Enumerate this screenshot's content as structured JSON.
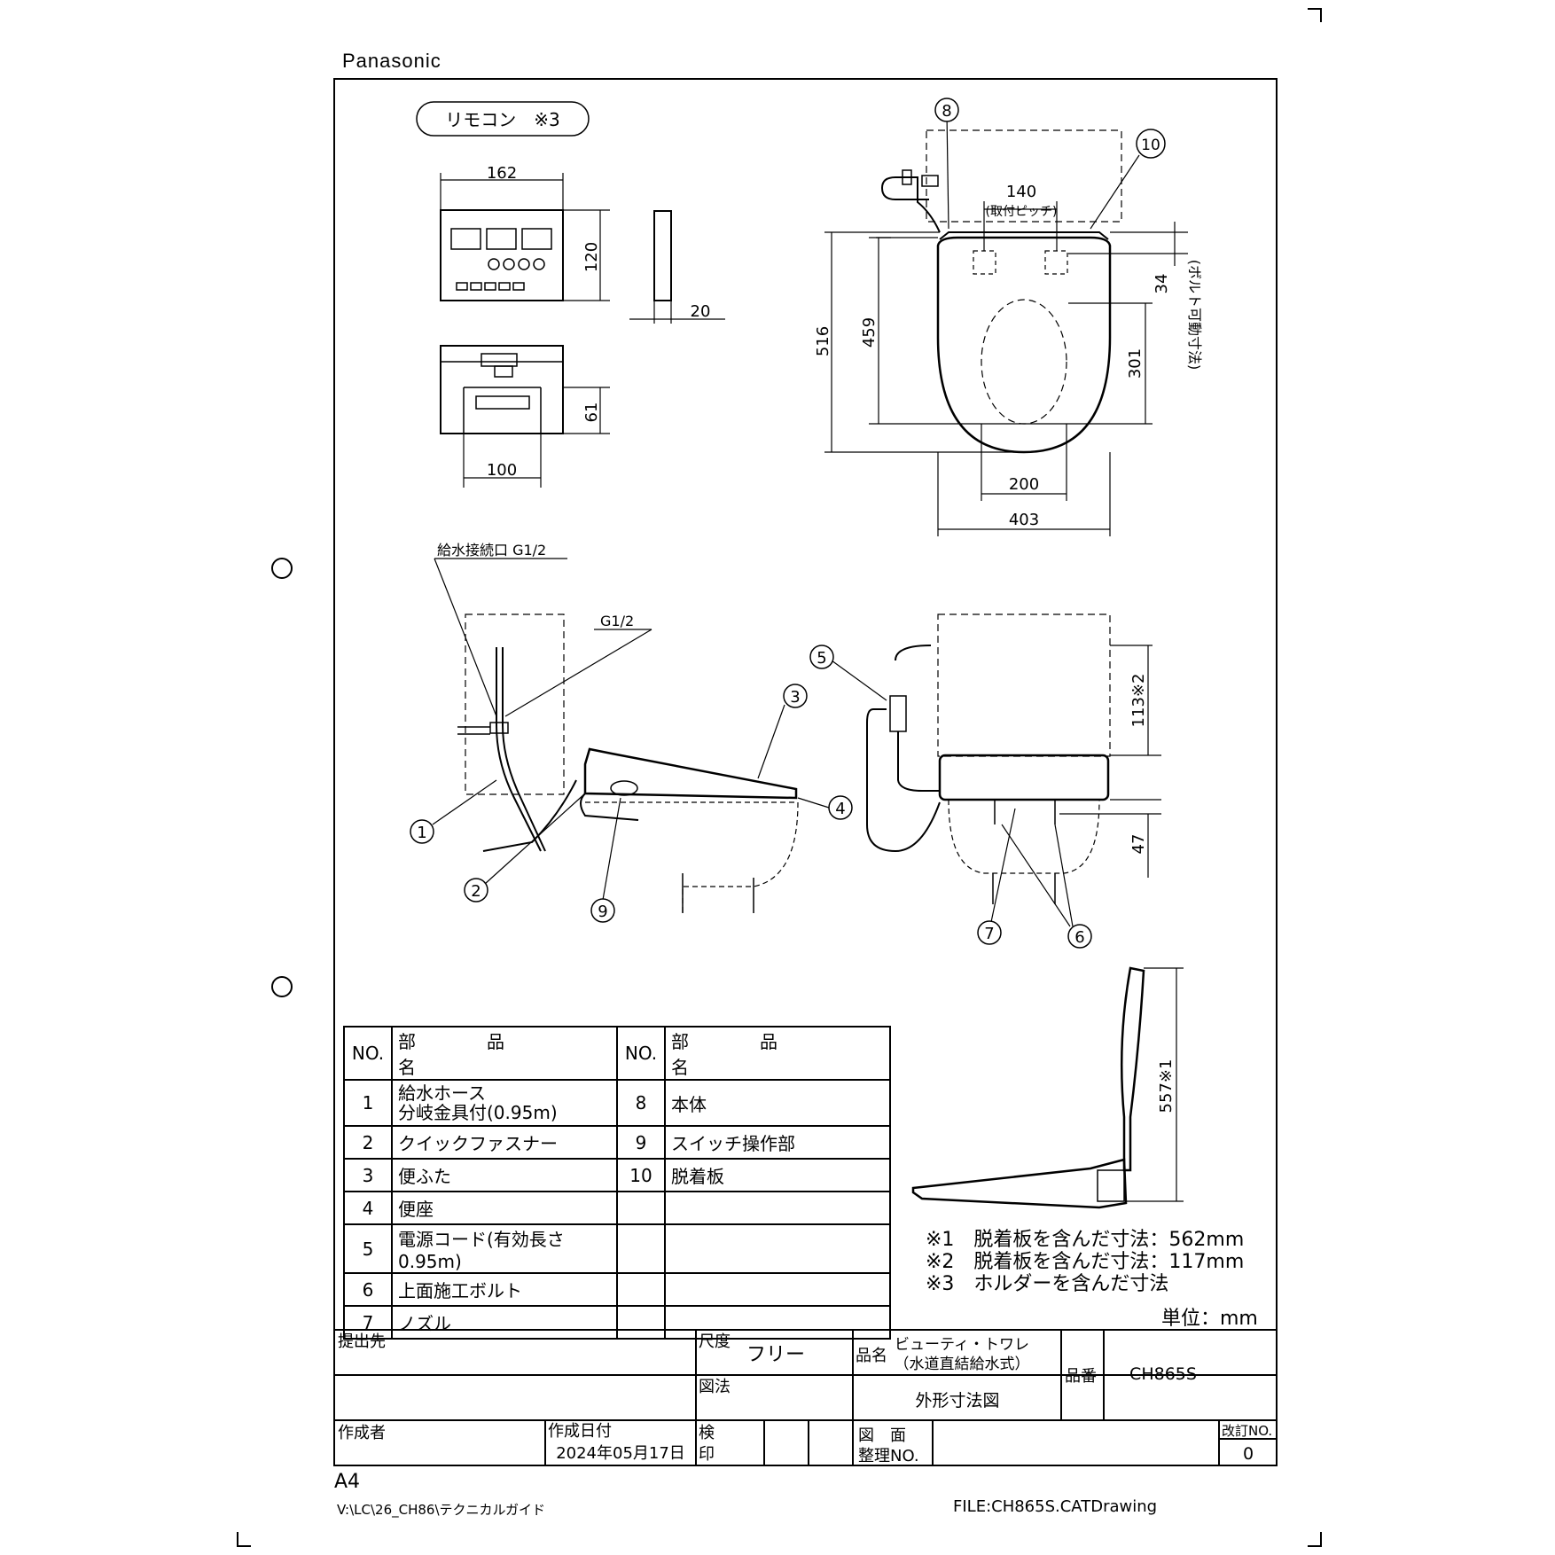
{
  "brand": "Panasonic",
  "remote": {
    "label": "リモコン　※3",
    "dims": {
      "w": "162",
      "h": "120",
      "d": "20",
      "depth": "61",
      "pitch": "100"
    }
  },
  "top_view": {
    "dims": {
      "d516": "516",
      "d459": "459",
      "d140": "140",
      "pitch_label": "(取付ピッチ)",
      "d34": "34",
      "bolt_label": "(ボルト可動寸法)",
      "d301": "301",
      "d200": "200",
      "d403": "403"
    }
  },
  "side_view": {
    "supply_label": "給水接続口 G1/2",
    "g12_label": "G1/2",
    "dims": {
      "d113": "113※2",
      "d47": "47",
      "d557": "557※1"
    }
  },
  "callouts": [
    "1",
    "2",
    "3",
    "4",
    "5",
    "6",
    "7",
    "8",
    "9",
    "10"
  ],
  "parts_table": {
    "header": {
      "no": "NO.",
      "name": "部　品　名"
    },
    "rows": [
      {
        "no": "1",
        "name_line1": "給水ホース",
        "name_line2": "分岐金具付(0.95m)",
        "no2": "8",
        "name2": "本体"
      },
      {
        "no": "2",
        "name": "クイックファスナー",
        "no2": "9",
        "name2": "スイッチ操作部"
      },
      {
        "no": "3",
        "name": "便ふた",
        "no2": "10",
        "name2": "脱着板"
      },
      {
        "no": "4",
        "name": "便座",
        "no2": "",
        "name2": ""
      },
      {
        "no": "5",
        "name": "電源コード(有効長さ0.95m)",
        "no2": "",
        "name2": ""
      },
      {
        "no": "6",
        "name": "上面施工ボルト",
        "no2": "",
        "name2": ""
      },
      {
        "no": "7",
        "name": "ノズル",
        "no2": "",
        "name2": ""
      }
    ]
  },
  "notes": [
    "※1　脱着板を含んだ寸法：562mm",
    "※2　脱着板を含んだ寸法：117mm",
    "※3　ホルダーを含んだ寸法"
  ],
  "unit": "単位：mm",
  "title_block": {
    "submit_to": "提出先",
    "scale_label": "尺度",
    "scale_value": "フリー",
    "product_label": "品名",
    "product_name_1": "ビューティ・トワレ",
    "product_name_2": "（水道直結給水式）",
    "model_label": "品番",
    "model_value": "CH865S",
    "method_label": "図法",
    "drawing_type": "外形寸法図",
    "author_label": "作成者",
    "date_label": "作成日付",
    "date_value": "2024年05月17日",
    "check_label_1": "検",
    "check_label_2": "印",
    "drawing_no_label_1": "図　面",
    "drawing_no_label_2": "整理NO.",
    "revision_label": "改訂NO.",
    "revision_value": "0"
  },
  "footer": {
    "paper": "A4",
    "path": "V:\\LC\\26_CH86\\テクニカルガイド",
    "file": "FILE:CH865S.CATDrawing"
  }
}
